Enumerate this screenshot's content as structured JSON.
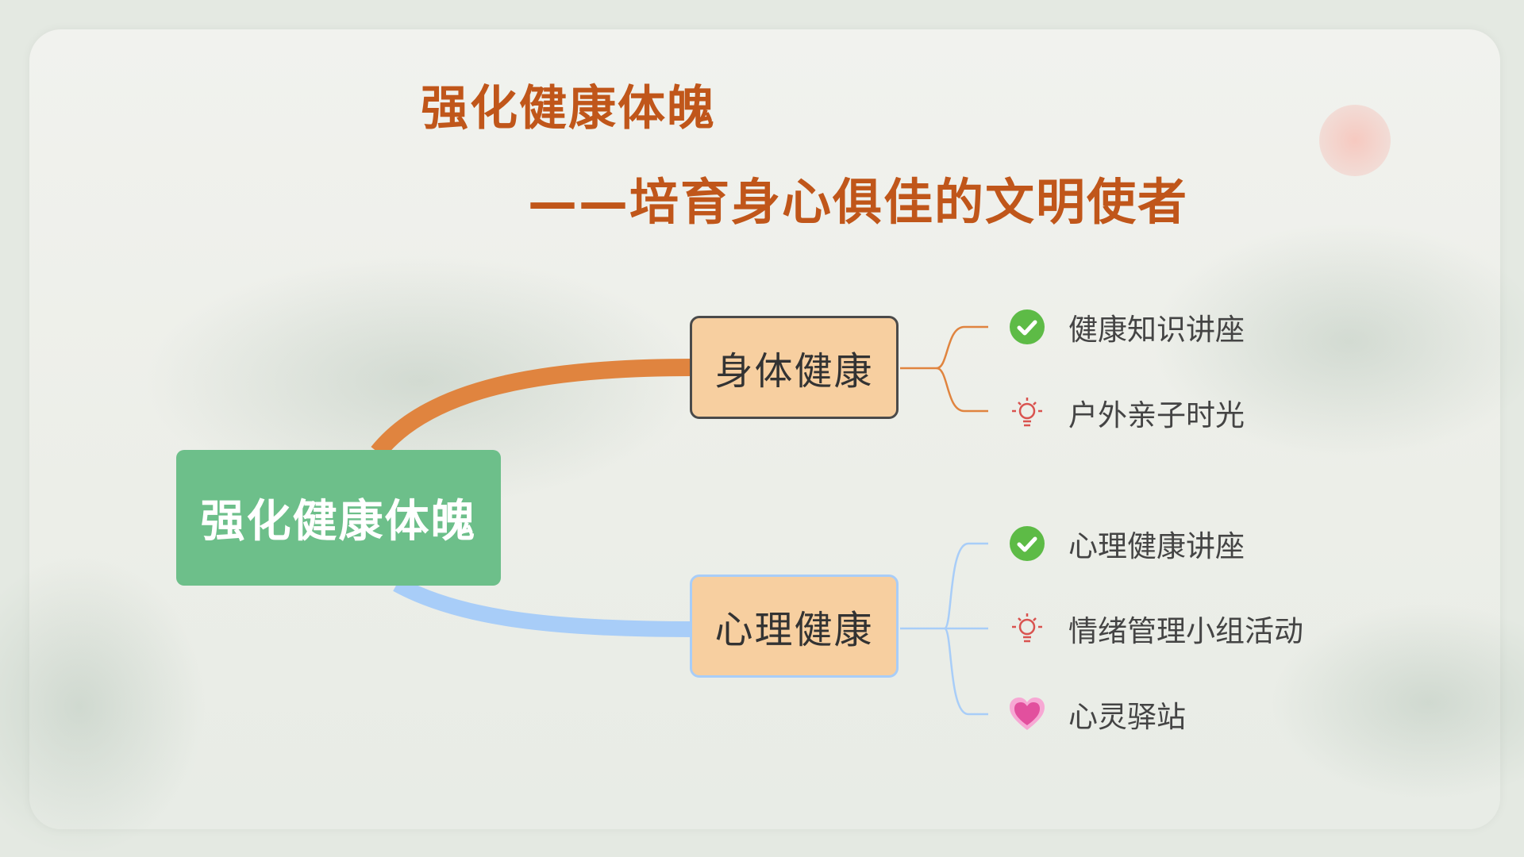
{
  "title": {
    "line1": "强化健康体魄",
    "line2": "——培育身心俱佳的文明使者"
  },
  "mindmap": {
    "root": "强化健康体魄",
    "branches": [
      {
        "label": "身体健康",
        "color": "#e0843f",
        "items": [
          {
            "label": "健康知识讲座",
            "icon": "check-icon"
          },
          {
            "label": "户外亲子时光",
            "icon": "lightbulb-icon"
          }
        ]
      },
      {
        "label": "心理健康",
        "color": "#a8cdf8",
        "items": [
          {
            "label": "心理健康讲座",
            "icon": "check-icon"
          },
          {
            "label": "情绪管理小组活动",
            "icon": "lightbulb-icon"
          },
          {
            "label": "心灵驿站",
            "icon": "heart-icon"
          }
        ]
      }
    ]
  },
  "colors": {
    "title": "#c0561a",
    "root": "#6dbf8a",
    "node": "#f7cfa0"
  }
}
